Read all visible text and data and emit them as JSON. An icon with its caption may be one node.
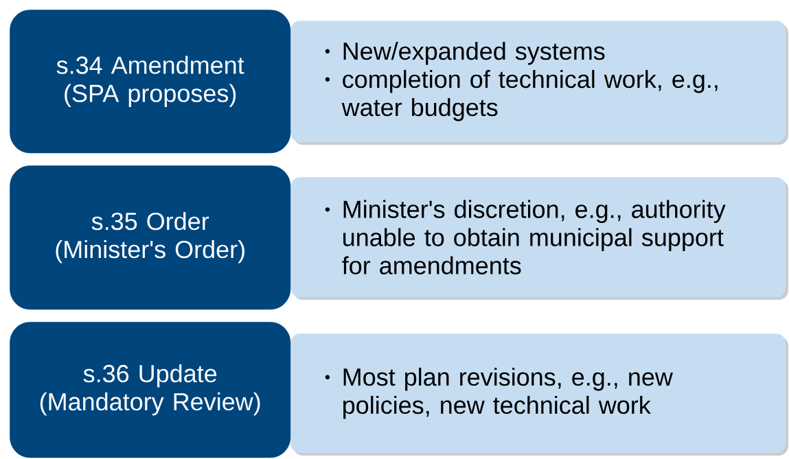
{
  "diagram": {
    "nodes": [
      {
        "text": [
          "s.34 Amendment (SPA proposes)"
        ]
      },
      {
        "text": [
          "New/expanded systems",
          "completion of technical work, e.g., water budgets"
        ]
      },
      {
        "text": [
          "s.35 Order (Minister's Order)"
        ]
      },
      {
        "text": [
          "Minister's discretion, e.g., authority unable to obtain municipal support for amendments"
        ]
      },
      {
        "text": [
          "s.36 Update (Mandatory Review)"
        ]
      },
      {
        "text": [
          "Most plan revisions, e.g., new policies, new technical work"
        ]
      }
    ]
  }
}
